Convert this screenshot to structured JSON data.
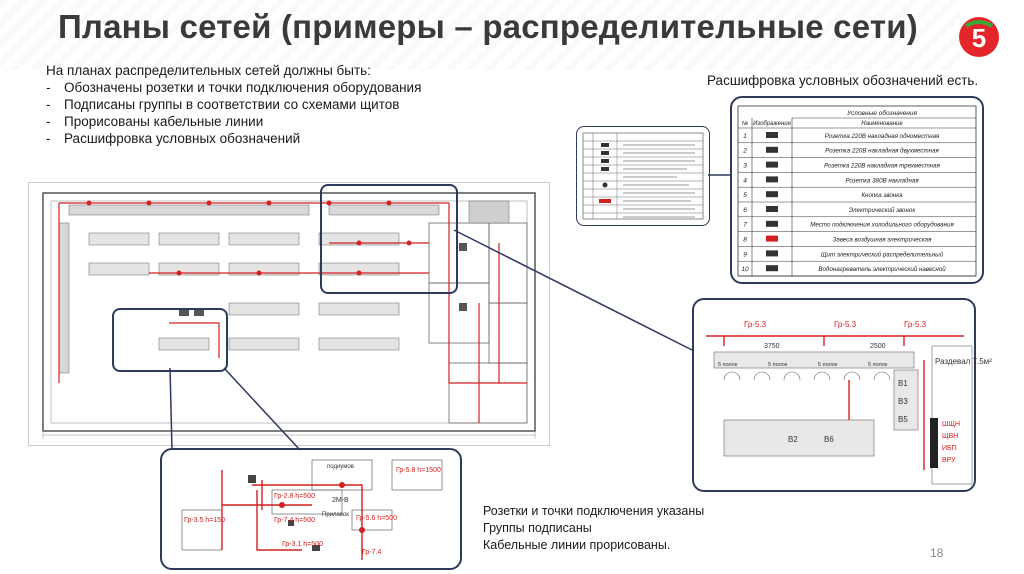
{
  "slide": {
    "title": "Планы сетей (примеры – распределительные сети)",
    "page_number": "18"
  },
  "requirements": {
    "intro": "На планах распределительных сетей должны быть:",
    "items": [
      "Обозначены розетки и точки подключения оборудования",
      "Подписаны группы в соответствии со схемами щитов",
      "Прорисованы кабельные линии",
      "Расшифровка условных обозначений"
    ]
  },
  "legend_note": "Расшифровка условных обозначений есть.",
  "bottom_note": [
    "Розетки и точки подключения указаны",
    "Группы подписаны",
    "Кабельные линии прорисованы."
  ],
  "logo": {
    "text": "5",
    "color_primary": "#e4262a",
    "color_secondary": "#3aa935"
  },
  "legend_table": {
    "title": "Условные обозначения",
    "headers": [
      "№",
      "Изображение",
      "Наименование"
    ],
    "rows": [
      {
        "num": "1",
        "name": "Розетка 220В накладная одноместная"
      },
      {
        "num": "2",
        "name": "Розетка 220В накладная двухместная"
      },
      {
        "num": "3",
        "name": "Розетка 220В накладная трехместная"
      },
      {
        "num": "4",
        "name": "Розетка 380В накладная"
      },
      {
        "num": "5",
        "name": "Кнопка звонка"
      },
      {
        "num": "6",
        "name": "Электрический звонок"
      },
      {
        "num": "7",
        "name": "Место подключения холодильного оборудования"
      },
      {
        "num": "8",
        "name": "Завеса воздушная электрическая"
      },
      {
        "num": "9",
        "name": "Щит электрический распределительный"
      },
      {
        "num": "10",
        "name": "Водонагреватель электрический навесной"
      }
    ]
  },
  "zoom_left": {
    "top_label": "подиумов",
    "groups": [
      "Гр-3.5 h=150",
      "Гр-2.8 h=500",
      "Гр-7.4 h=500",
      "Гр-5.8 h=1500",
      "Гр-5.6 h=500",
      "Гр-3.1 h=500",
      "Гр-7.4"
    ],
    "room_labels": [
      "2М-В",
      "Прилавок"
    ]
  },
  "zoom_right": {
    "groups": [
      "Гр-5.3",
      "Гр-5.3",
      "Гр-5.3"
    ],
    "dimensions": [
      "3750",
      "2500"
    ],
    "labels": [
      "5 полок",
      "5 полок",
      "5 полок",
      "5 полок"
    ],
    "room_label": "Раздевал 7.5м²",
    "codes": [
      "B1",
      "B2",
      "B3",
      "B5",
      "B6"
    ],
    "shield_labels": [
      "ШЩН",
      "ЩВН",
      "ИБП",
      "ВРУ"
    ]
  }
}
